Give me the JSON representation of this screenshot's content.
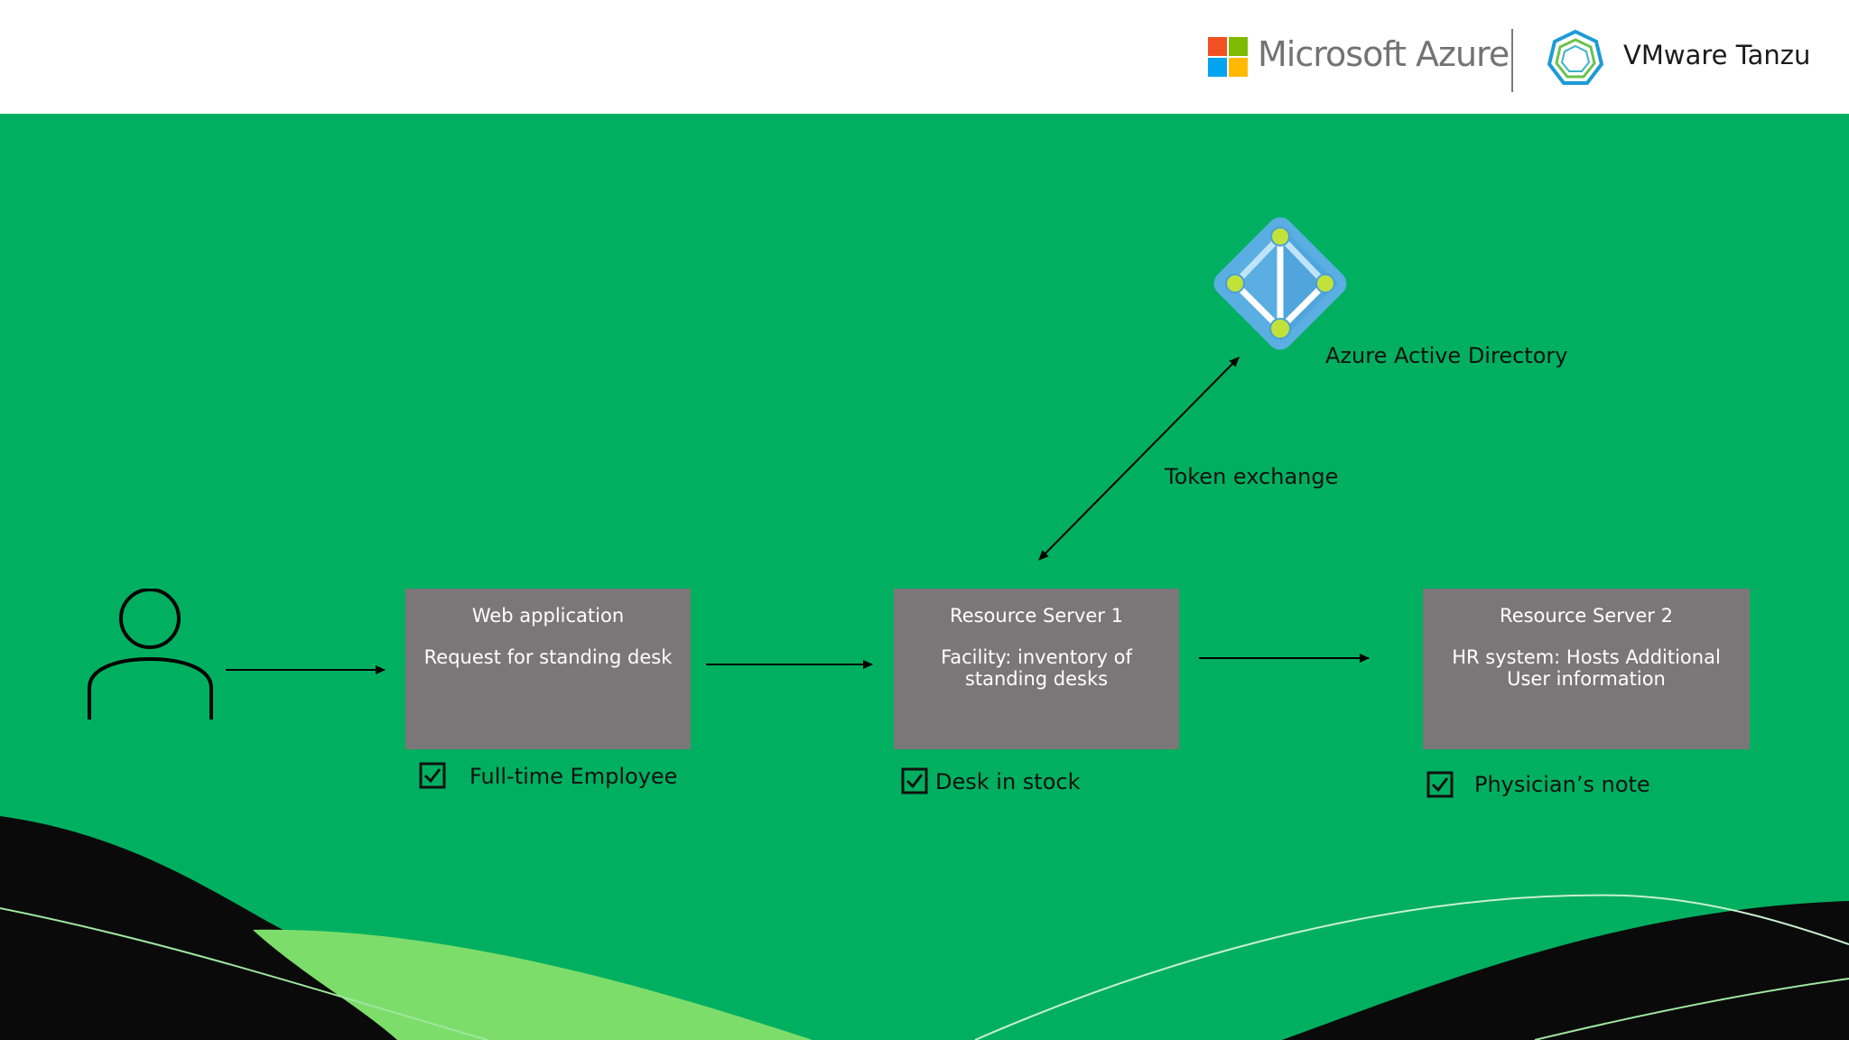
{
  "header": {
    "microsoft_brand": "Microsoft Azure",
    "vmware_brand": "VMware Tanzu"
  },
  "diagram": {
    "identity_provider": {
      "label": "Azure Active Directory"
    },
    "token_exchange_label": "Token exchange",
    "web_app": {
      "title": "Web application",
      "body": "Request for standing desk",
      "check": "Full-time Employee"
    },
    "resource_server_1": {
      "title": "Resource Server 1",
      "body": "Facility: inventory of standing desks",
      "check": "Desk in stock"
    },
    "resource_server_2": {
      "title": "Resource Server 2",
      "body": "HR system: Hosts Additional User information",
      "check": "Physician’s note"
    }
  },
  "colors": {
    "background_green": "#00b060",
    "light_green": "#7ddd6a",
    "box_gray": "#7b7779",
    "azure_blue": "#5aaee2",
    "node_yellow_green": "#c2e23a"
  }
}
